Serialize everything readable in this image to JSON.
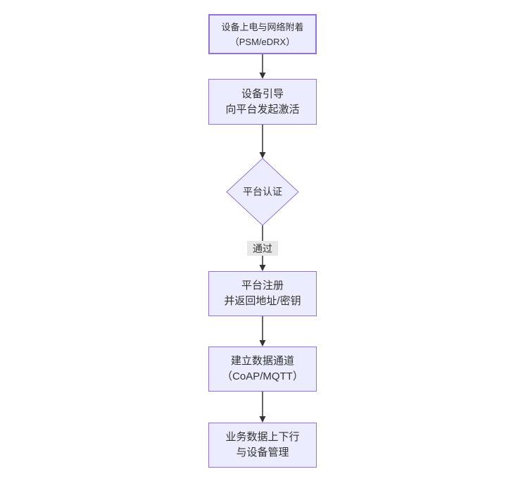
{
  "diagram": {
    "title": "device-activation-flowchart",
    "nodes": [
      {
        "id": "start",
        "shape": "rect",
        "line1": "设备上电与网络附着",
        "line2": "（PSM/eDRX）"
      },
      {
        "id": "bootstrap",
        "shape": "rect",
        "line1": "设备引导",
        "line2": "向平台发起激活"
      },
      {
        "id": "auth",
        "shape": "diamond",
        "label": "平台认证"
      },
      {
        "id": "register",
        "shape": "rect",
        "line1": "平台注册",
        "line2": "并返回地址/密钥"
      },
      {
        "id": "channel",
        "shape": "rect",
        "line1": "建立数据通道",
        "line2": "（CoAP/MQTT）"
      },
      {
        "id": "business",
        "shape": "rect",
        "line1": "业务数据上下行",
        "line2": "与设备管理"
      }
    ],
    "edges": [
      {
        "from": "start",
        "to": "bootstrap",
        "label": ""
      },
      {
        "from": "bootstrap",
        "to": "auth",
        "label": ""
      },
      {
        "from": "auth",
        "to": "register",
        "label": "通过"
      },
      {
        "from": "register",
        "to": "channel",
        "label": ""
      },
      {
        "from": "channel",
        "to": "business",
        "label": ""
      }
    ],
    "colors": {
      "node_fill": "#ECECFF",
      "node_border": "#9370DB",
      "text": "#333333",
      "arrow": "#333333",
      "edge_label_bg": "#e8e8e8",
      "background": "#ffffff"
    }
  }
}
